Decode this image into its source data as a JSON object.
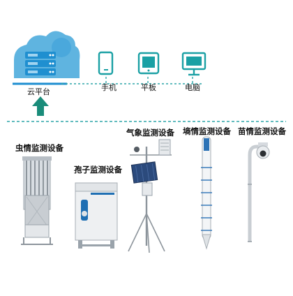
{
  "cloud": {
    "label": "云平台"
  },
  "devices": [
    {
      "label": "手机"
    },
    {
      "label": "平板"
    },
    {
      "label": "电脑"
    }
  ],
  "equipment": [
    {
      "label": "虫情监测设备"
    },
    {
      "label": "孢子监测设备"
    },
    {
      "label": "气象监测设备"
    },
    {
      "label": "墒情监测设备"
    },
    {
      "label": "苗情监测设备"
    }
  ],
  "colors": {
    "accent": "#1aa0a4",
    "cloud": "#5fb4e0",
    "server": "#1f8fd0",
    "line": "#2ea6a9"
  },
  "icons": {
    "cloud": "cloud-server-icon",
    "phone": "phone-icon",
    "tablet": "tablet-icon",
    "computer": "monitor-icon",
    "upload": "up-arrow-icon"
  }
}
